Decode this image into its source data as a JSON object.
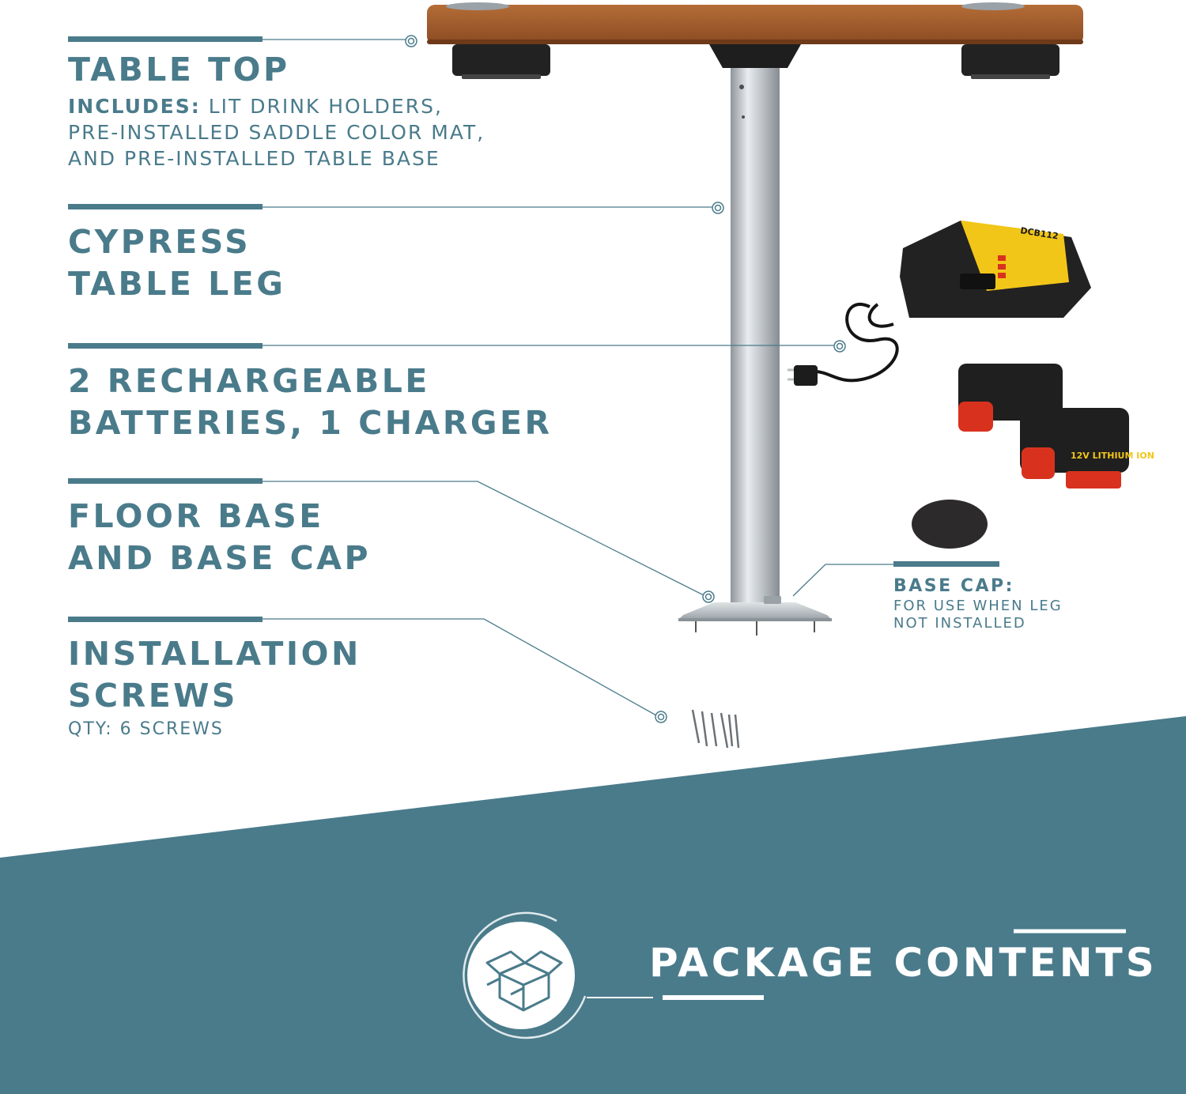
{
  "sections": [
    {
      "title_lines": [
        "TABLE TOP"
      ],
      "includes_label": "INCLUDES:",
      "includes_text": "LIT DRINK HOLDERS,",
      "sub_lines": [
        "PRE-INSTALLED SADDLE COLOR MAT,",
        "AND PRE-INSTALLED TABLE BASE"
      ]
    },
    {
      "title_lines": [
        "CYPRESS",
        "TABLE LEG"
      ]
    },
    {
      "title_lines": [
        "2 RECHARGEABLE",
        "BATTERIES, 1 CHARGER"
      ]
    },
    {
      "title_lines": [
        "FLOOR BASE",
        "AND BASE CAP"
      ]
    },
    {
      "title_lines": [
        "INSTALLATION",
        "SCREWS"
      ],
      "qty": "QTY: 6 SCREWS"
    }
  ],
  "base_cap_note": {
    "title": "BASE CAP:",
    "lines": [
      "FOR USE WHEN LEG",
      "NOT INSTALLED"
    ]
  },
  "charger_model": "DCB112",
  "battery_label": "12V LITHIUM ION",
  "footer": {
    "title": "PACKAGE CONTENTS",
    "icon": "open-box-icon"
  },
  "colors": {
    "teal": "#4a7b8b",
    "wood": "#a45e2e",
    "charger_yellow": "#f2c618",
    "battery_red": "#d8321e"
  }
}
